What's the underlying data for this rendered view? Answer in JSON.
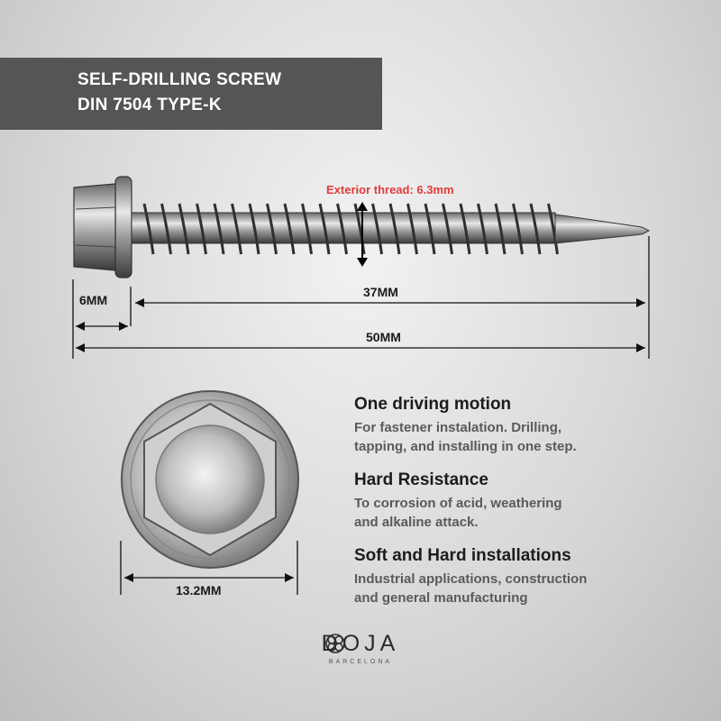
{
  "title": {
    "line1": "SELF-DRILLING SCREW",
    "line2": "DIN 7504 TYPE-K"
  },
  "dimensions": {
    "thread_label": "Exterior thread: 6.3mm",
    "head_width": "6MM",
    "thread_length": "37MM",
    "total_length": "50MM",
    "head_diameter": "13.2MM"
  },
  "features": [
    {
      "title": "One driving motion",
      "line1": "For fastener instalation. Drilling,",
      "line2": "tapping, and installing in one step."
    },
    {
      "title": "Hard Resistance",
      "line1": "To corrosion of acid, weathering",
      "line2": "and alkaline attack."
    },
    {
      "title": "Soft and Hard installations",
      "line1": "Industrial applications, construction",
      "line2": "and general manufacturing"
    }
  ],
  "brand": {
    "name": "DOJA",
    "tagline": "BARCELONA"
  },
  "colors": {
    "accent_red": "#e03a3a",
    "banner_bg": "#555555"
  }
}
